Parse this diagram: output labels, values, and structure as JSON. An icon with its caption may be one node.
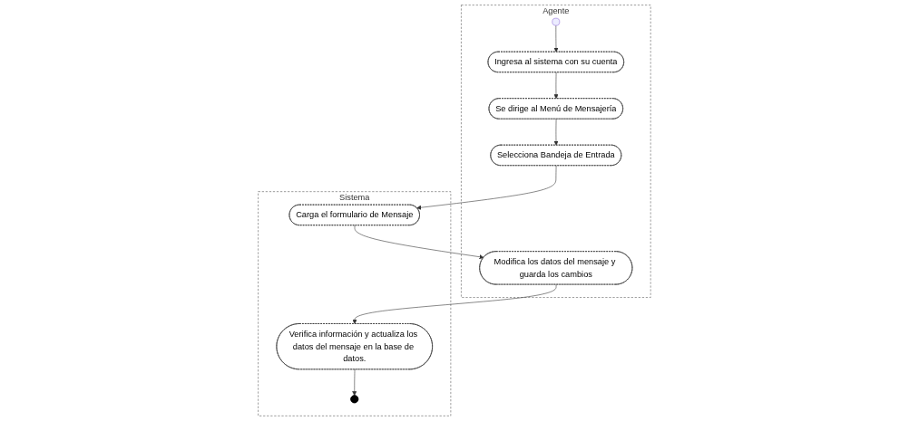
{
  "diagram": {
    "nodes": [
      {
        "text": [
          "Agente"
        ]
      },
      {
        "text": [
          "Sistema"
        ]
      },
      {
        "text": [],
        "shape": "circle",
        "in": 0
      },
      {
        "text": [
          "Ingresa al sistema con su cuenta"
        ],
        "in": 0
      },
      {
        "text": [
          "Se dirige al Menú de Mensajería"
        ],
        "in": 0
      },
      {
        "text": [
          "Selecciona Bandeja de Entrada"
        ],
        "in": 0
      },
      {
        "text": [
          "Modifica los datos del mensaje y guarda los cambios"
        ],
        "in": 0
      },
      {
        "text": [
          "Carga el formulario de Mensaje"
        ],
        "in": 1
      },
      {
        "text": [
          "Verifica información y actualiza los datos del mensaje en la base de datos."
        ],
        "in": 1
      },
      {
        "text": [],
        "shape": "circle",
        "in": 1
      }
    ],
    "edges": [
      {
        "from": 2,
        "to": 3,
        "arrow": "to"
      },
      {
        "from": 3,
        "to": 4,
        "arrow": "to"
      },
      {
        "from": 4,
        "to": 5,
        "arrow": "to"
      },
      {
        "from": 5,
        "to": 7,
        "arrow": "to"
      },
      {
        "from": 7,
        "to": 6,
        "arrow": "to"
      },
      {
        "from": 6,
        "to": 8,
        "arrow": "to"
      },
      {
        "from": 8,
        "to": 9,
        "arrow": "to"
      }
    ]
  }
}
